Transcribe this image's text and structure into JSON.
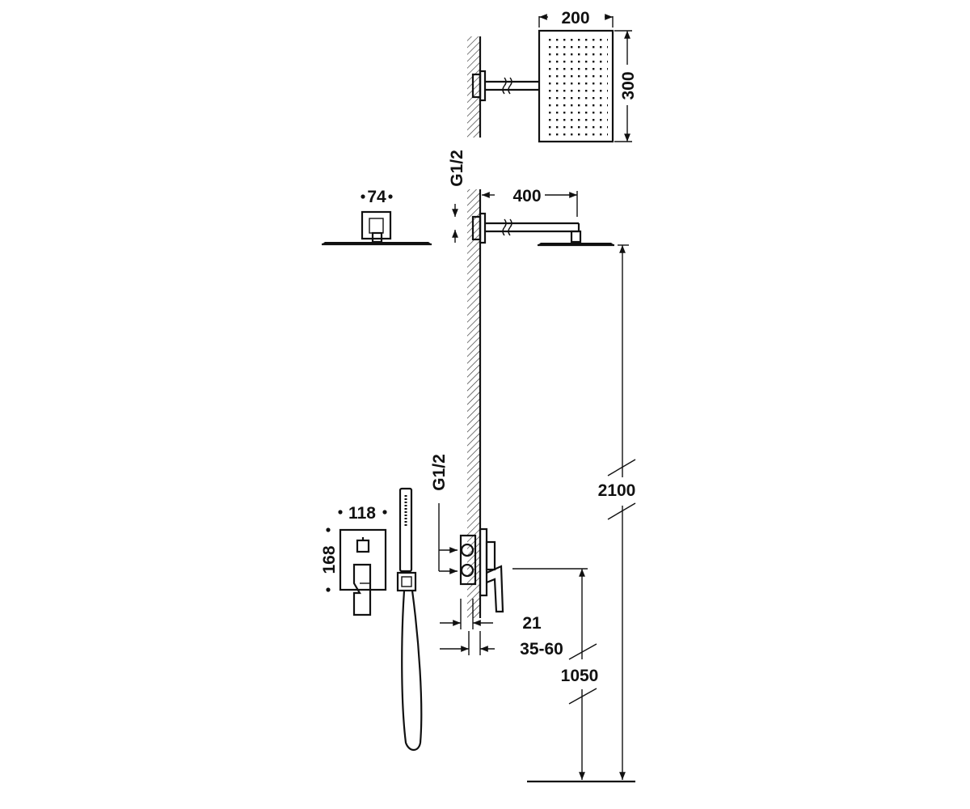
{
  "dimensions": {
    "shower_head_width": "200",
    "shower_head_length": "300",
    "arm_connection_thread_top": "G1/2",
    "arm_length": "400",
    "head_thickness": "74",
    "floor_to_head_height": "2100",
    "mixer_connection_thread": "G1/2",
    "mixer_plate_width": "118",
    "mixer_plate_height": "168",
    "recess_depth_fixed": "21",
    "recess_depth_range": "35-60",
    "floor_to_mixer_height": "1050"
  }
}
